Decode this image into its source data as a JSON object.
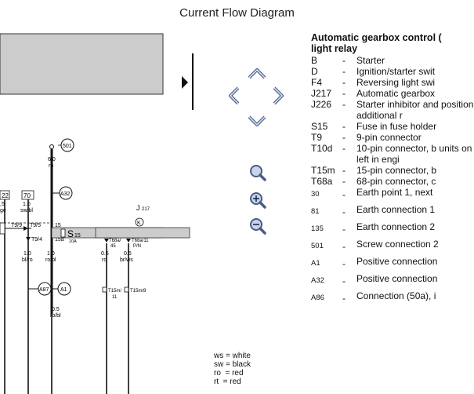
{
  "page_title": "Current Flow Diagram",
  "legend": {
    "title_line1": "Automatic gearbox control (",
    "title_line2": "light relay",
    "items": [
      {
        "code": "B",
        "desc": "Starter"
      },
      {
        "code": "D",
        "desc": "Ignition/starter swit"
      },
      {
        "code": "F4",
        "desc": "Reversing light swi"
      },
      {
        "code": "J217",
        "desc": "Automatic gearbox"
      },
      {
        "code": "J226",
        "desc": "Starter inhibitor and position additional r"
      },
      {
        "code": "S15",
        "desc": "Fuse in fuse holder"
      },
      {
        "code": "T9",
        "desc": "9-pin connector"
      },
      {
        "code": "T10d",
        "desc": "10-pin connector, b units on left in engi"
      },
      {
        "code": "T15m",
        "desc": "15-pin connector, b"
      },
      {
        "code": "T68a",
        "desc": "68-pin connector, c"
      },
      {
        "code": "30",
        "desc": "Earth point 1, next"
      },
      {
        "code": "81",
        "desc": "Earth connection 1"
      },
      {
        "code": "135",
        "desc": "Earth connection 2"
      },
      {
        "code": "501",
        "desc": "Screw connection 2"
      },
      {
        "code": "A1",
        "desc": "Positive connection"
      },
      {
        "code": "A32",
        "desc": "Positive connection"
      },
      {
        "code": "A86",
        "desc": "Connection (50a), i"
      }
    ]
  },
  "color_key": [
    "ws = white",
    "sw = black",
    "ro  = red",
    "rt  = red"
  ],
  "diagram": {
    "boxes": {
      "b22": "22",
      "b70": "70"
    },
    "labels": {
      "w1_gauge": ",5",
      "w1_color": "ge",
      "w2_gauge": "1.0",
      "w2_color": "sw/bl",
      "w3_gauge": "6.0",
      "w3_color": "ro",
      "pin_t99": "T9/9",
      "pin_t95": "T9/5",
      "pin_15": "15",
      "pin_t94": "T9/4",
      "pin_15a": "15a",
      "w4_gauge": "1.0",
      "w4_color": "bl/ro",
      "w5_gauge": "1.0",
      "w5_color": "ro/bl",
      "w6_gauge": "0.5",
      "w6_color": "ro/bl",
      "fuse_s": "S",
      "fuse_sub": "15",
      "fuse_amp": "10A",
      "j217": "J",
      "j217_sub": "217",
      "k_symbol": "K",
      "t68a45": "T68a/",
      "t68a45b": "45",
      "t68a11": "T68a/11",
      "t68a11b": "P/N",
      "w7_gauge": "0.5",
      "w7_color": "ro",
      "w8_gauge": "0.5",
      "w8_color": "br/ws",
      "t15m11": "T15m/",
      "t15m11b": "11",
      "t15m8": "T15m/8"
    },
    "circles": {
      "c501": "501",
      "cA32": "A32",
      "cA87": "A87",
      "cA1": "A1"
    }
  }
}
